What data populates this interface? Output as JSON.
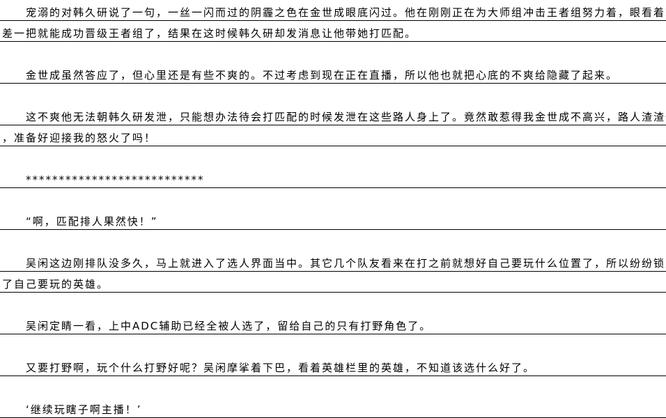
{
  "paragraphs": [
    {
      "lines": [
        "宠溺的对韩久研说了一句，一丝一闪而过的阴霾之色在金世成眼底闪过。他在刚刚正在为大师组冲击王者组努力着，眼看着就",
        "差一把就能成功晋级王者组了，结果在这时候韩久研却发消息让他带她打匹配。"
      ]
    },
    {
      "lines": [
        "金世成虽然答应了，但心里还是有些不爽的。不过考虑到现在正在直播，所以他也就把心底的不爽给隐藏了起来。"
      ]
    },
    {
      "lines": [
        "这不爽他无法朝韩久研发泄，只能想办法待会打匹配的时候发泄在这些路人身上了。竟然敢惹得我金世成不高兴，路人渣渣们",
        "，准备好迎接我的怒火了吗！"
      ]
    },
    {
      "lines": [
        "***************************"
      ]
    },
    {
      "lines": [
        "“啊，匹配排人果然快！”"
      ]
    },
    {
      "lines": [
        "吴闲这边刚排队没多久，马上就进入了选人界面当中。其它几个队友看来在打之前就想好自己要玩什么位置了，所以纷纷锁定",
        "了自己要玩的英雄。"
      ]
    },
    {
      "lines": [
        "吴闲定睛一看，上中ADC辅助已经全被人选了，留给自己的只有打野角色了。"
      ]
    },
    {
      "lines": [
        "又要打野啊，玩个什么打野好呢？吴闲摩挲着下巴，看着英雄栏里的英雄，不知道该选什么好了。"
      ]
    },
    {
      "lines": [
        "‘继续玩瞎子啊主播！’"
      ]
    }
  ]
}
